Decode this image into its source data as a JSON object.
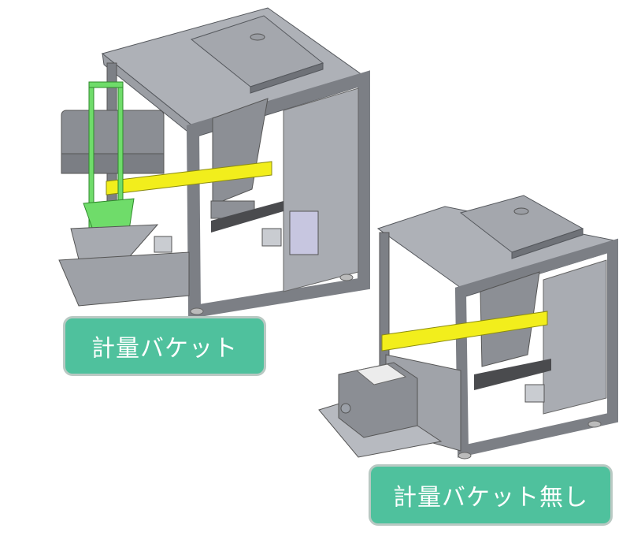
{
  "figure": {
    "machines": [
      {
        "id": "with-bucket",
        "label": "計量バケット",
        "parts": [
          "frame",
          "top-plate",
          "hopper",
          "yellow-rail",
          "weighing-bucket-green",
          "discharge-cone",
          "motor-box",
          "load-cell",
          "spring-mounts"
        ]
      },
      {
        "id": "without-bucket",
        "label": "計量バケット無し",
        "parts": [
          "frame",
          "top-plate",
          "hopper",
          "yellow-rail",
          "control-box",
          "base-plate",
          "spring-mounts"
        ]
      }
    ],
    "colors": {
      "label_fill": "#4fc19d",
      "label_border": "#b9c9c3",
      "label_text": "#ffffff",
      "frame_gray": "#8a8d93",
      "panel_gray": "#b4b7bd",
      "rail_yellow": "#f2ee1c",
      "bucket_green": "#6fdc6a"
    }
  }
}
